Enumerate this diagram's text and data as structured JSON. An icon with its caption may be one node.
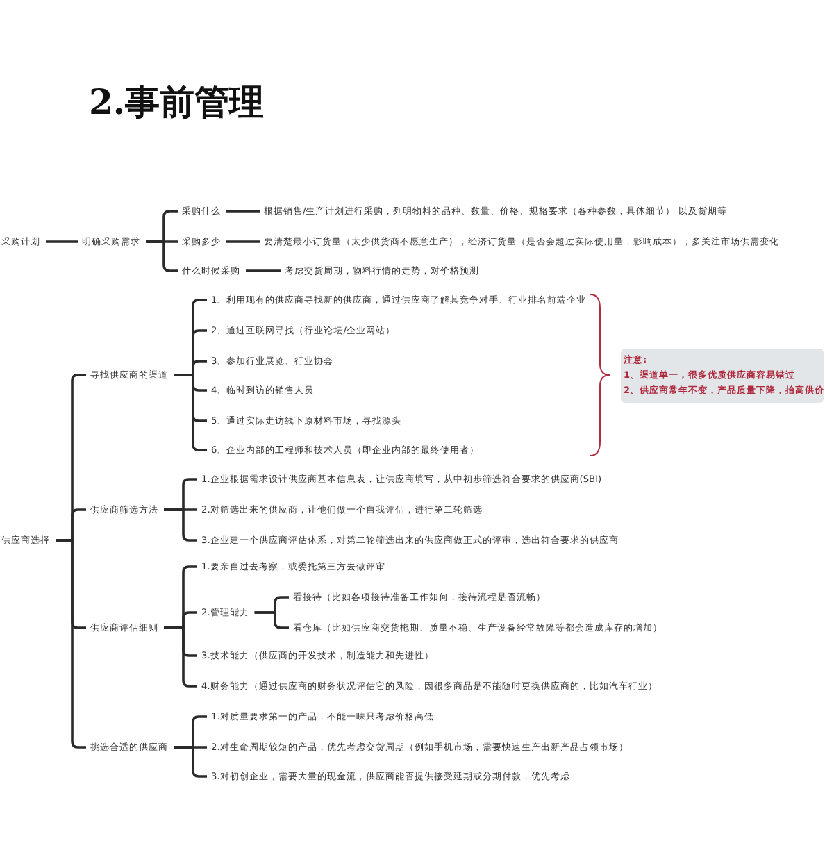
{
  "diagram": {
    "title": "2.事前管理",
    "nodes": [
      {
        "text": [
          "采购计划"
        ]
      },
      {
        "text": [
          "明确采购需求"
        ]
      },
      {
        "text": [
          "采购什么"
        ]
      },
      {
        "text": [
          "根据销售/生产计划进行采购，列明物料的品种、数量、价格、规格要求（各种参数，具体细节） 以及货期等"
        ]
      },
      {
        "text": [
          "采购多少"
        ]
      },
      {
        "text": [
          "要清楚最小订货量（太少供货商不愿意生产），经济订货量（是否会超过实际使用量，影响成本），多关注市场供需变化"
        ]
      },
      {
        "text": [
          "什么时候采购"
        ]
      },
      {
        "text": [
          "考虑交货周期，物料行情的走势，对价格预测"
        ]
      },
      {
        "text": [
          "供应商选择"
        ]
      },
      {
        "text": [
          "寻找供应商的渠道"
        ]
      },
      {
        "text": [
          "1、利用现有的供应商寻找新的供应商，通过供应商了解其竞争对手、行业排名前端企业"
        ]
      },
      {
        "text": [
          "2、通过互联网寻找（行业论坛/企业网站）"
        ]
      },
      {
        "text": [
          "3、参加行业展览、行业协会"
        ]
      },
      {
        "text": [
          "4、临时到访的销售人员"
        ]
      },
      {
        "text": [
          "5、通过实际走访线下原材料市场，寻找源头"
        ]
      },
      {
        "text": [
          "6、企业内部的工程师和技术人员（即企业内部的最终使用者）"
        ]
      },
      {
        "text": [
          "注意:",
          "1、渠道单一，很多优质供应商容易错过",
          "2、供应商常年不变，产品质量下降，抬高供价"
        ]
      },
      {
        "text": [
          "供应商筛选方法"
        ]
      },
      {
        "text": [
          "1.企业根据需求设计供应商基本信息表，让供应商填写，从中初步筛选符合要求的供应商(SBI)"
        ]
      },
      {
        "text": [
          "2.对筛选出来的供应商，让他们做一个自我评估，进行第二轮筛选"
        ]
      },
      {
        "text": [
          "3.企业建一个供应商评估体系，对第二轮筛选出来的供应商做正式的评审，选出符合要求的供应商"
        ]
      },
      {
        "text": [
          "供应商评估细则"
        ]
      },
      {
        "text": [
          "1.要亲自过去考察，或委托第三方去做评审"
        ]
      },
      {
        "text": [
          "2.管理能力"
        ]
      },
      {
        "text": [
          "看接待（比如各项接待准备工作如何，接待流程是否流畅）"
        ]
      },
      {
        "text": [
          "看仓库（比如供应商交货拖期、质量不稳、生产设备经常故障等都会造成库存的增加）"
        ]
      },
      {
        "text": [
          "3.技术能力（供应商的开发技术，制造能力和先进性）"
        ]
      },
      {
        "text": [
          "4.财务能力（通过供应商的财务状况评估它的风险，因很多商品是不能随时更换供应商的，比如汽车行业）"
        ]
      },
      {
        "text": [
          "挑选合适的供应商"
        ]
      },
      {
        "text": [
          "1.对质量要求第一的产品，不能一味只考虑价格高低"
        ]
      },
      {
        "text": [
          "2.对生命周期较短的产品，优先考虑交货周期（例如手机市场，需要快速生产出新产品占领市场）"
        ]
      },
      {
        "text": [
          "3.对初创企业，需要大量的现金流，供应商能否提供接受延期或分期付款，优先考虑"
        ]
      }
    ],
    "edges": [
      {
        "from": 0,
        "to": 1,
        "arrow": "none"
      },
      {
        "from": 1,
        "to": 2,
        "arrow": "none"
      },
      {
        "from": 1,
        "to": 4,
        "arrow": "none"
      },
      {
        "from": 1,
        "to": 6,
        "arrow": "none"
      },
      {
        "from": 2,
        "to": 3,
        "arrow": "none"
      },
      {
        "from": 4,
        "to": 5,
        "arrow": "none"
      },
      {
        "from": 6,
        "to": 7,
        "arrow": "none"
      },
      {
        "from": 8,
        "to": 9,
        "arrow": "none"
      },
      {
        "from": 8,
        "to": 17,
        "arrow": "none"
      },
      {
        "from": 8,
        "to": 21,
        "arrow": "none"
      },
      {
        "from": 8,
        "to": 28,
        "arrow": "none"
      },
      {
        "from": 9,
        "to": 10,
        "arrow": "none"
      },
      {
        "from": 9,
        "to": 11,
        "arrow": "none"
      },
      {
        "from": 9,
        "to": 12,
        "arrow": "none"
      },
      {
        "from": 9,
        "to": 13,
        "arrow": "none"
      },
      {
        "from": 9,
        "to": 14,
        "arrow": "none"
      },
      {
        "from": 9,
        "to": 15,
        "arrow": "none"
      },
      {
        "from": 17,
        "to": 18,
        "arrow": "none"
      },
      {
        "from": 17,
        "to": 19,
        "arrow": "none"
      },
      {
        "from": 17,
        "to": 20,
        "arrow": "none"
      },
      {
        "from": 21,
        "to": 22,
        "arrow": "none"
      },
      {
        "from": 21,
        "to": 23,
        "arrow": "none"
      },
      {
        "from": 21,
        "to": 26,
        "arrow": "none"
      },
      {
        "from": 21,
        "to": 27,
        "arrow": "none"
      },
      {
        "from": 23,
        "to": 24,
        "arrow": "none"
      },
      {
        "from": 23,
        "to": 25,
        "arrow": "none"
      },
      {
        "from": 28,
        "to": 29,
        "arrow": "none"
      },
      {
        "from": 28,
        "to": 30,
        "arrow": "none"
      },
      {
        "from": 28,
        "to": 31,
        "arrow": "none"
      }
    ]
  }
}
